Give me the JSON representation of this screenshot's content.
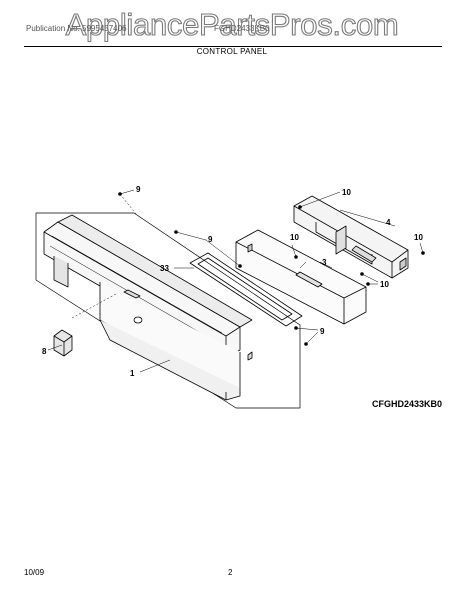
{
  "watermark": "AppliancePartsPros.com",
  "header": {
    "left_text": "Publication No. 5995457406",
    "right_text": "FGHD2433KB0",
    "section_title": "CONTROL PANEL"
  },
  "model_label": "CFGHD2433KB0",
  "footer": {
    "date": "10/09",
    "page": "2"
  },
  "callouts": {
    "c9_top": "9",
    "c10_top": "10",
    "c4": "4",
    "c10_right": "10",
    "c9_mid": "9",
    "c10_mid": "10",
    "c33": "33",
    "c3": "3",
    "c10_lower": "10",
    "c9_lower": "9",
    "c8": "8",
    "c1": "1"
  }
}
